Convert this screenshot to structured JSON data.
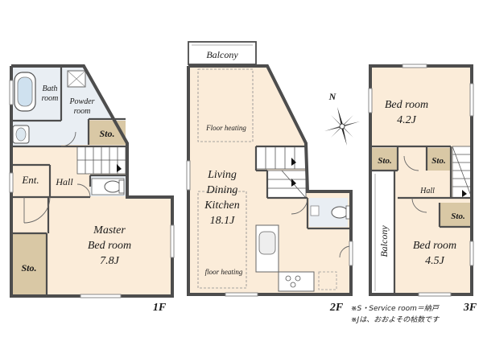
{
  "floors": {
    "first": {
      "label": "1F",
      "rooms": {
        "bath": [
          "Bath",
          "room"
        ],
        "powder": [
          "Powder",
          "room"
        ],
        "storage_upper": "Sto.",
        "entrance": "Ent.",
        "hall": "Hall",
        "master": [
          "Master",
          "Bed room",
          "7.8J"
        ],
        "storage_lower": "Sto."
      }
    },
    "second": {
      "label": "2F",
      "rooms": {
        "balcony": "Balcony",
        "floor_heating_top": "Floor heating",
        "ldk": [
          "Living",
          "Dining",
          "Kitchen",
          "18.1J"
        ],
        "floor_heating_bottom": "floor heating"
      }
    },
    "third": {
      "label": "3F",
      "rooms": {
        "bedroom_a": [
          "Bed room",
          "4.2J"
        ],
        "storage_left": "Sto.",
        "storage_mid": "Sto.",
        "hall": "Hall",
        "storage_right": "Sto.",
        "balcony": "Balcony",
        "bedroom_b": [
          "Bed room",
          "4.5J"
        ]
      }
    }
  },
  "compass": {
    "north": "N"
  },
  "notes": [
    "※S・Service room＝納戸",
    "※Jは、おおよその帖数です"
  ],
  "colors": {
    "floor": "#fbecd9",
    "wall": "#4d4d4d",
    "storage": "#d9c8a5",
    "wet_area": "#e9eef3"
  }
}
